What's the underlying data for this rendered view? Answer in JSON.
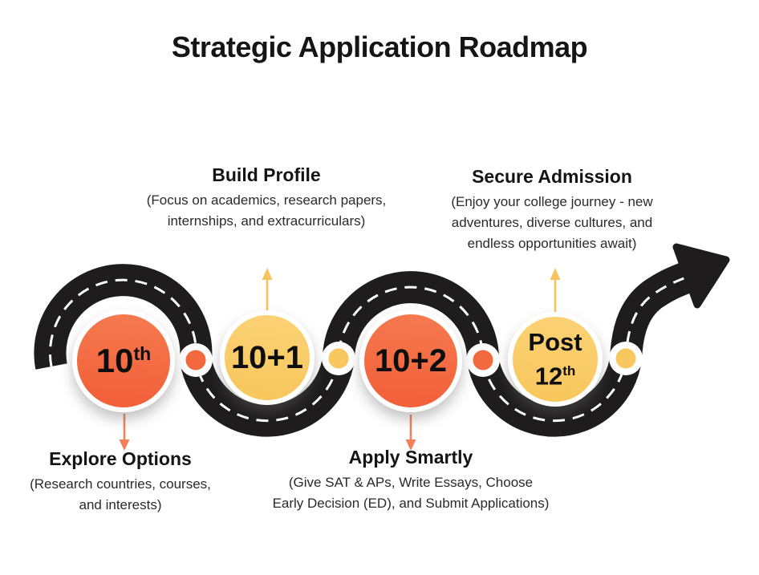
{
  "title": "Strategic Application Roadmap",
  "colors": {
    "orange": "#F2683F",
    "yellow": "#F8C75E",
    "road": "#1F1C1D",
    "orange_arrow": "#F0815B",
    "yellow_arrow": "#F7C35D",
    "background": "#FFFFFF",
    "text": "#1B1B1B"
  },
  "milestones": {
    "m1": {
      "base": "10",
      "sup": "th",
      "color": "orange"
    },
    "m2": {
      "label": "10+1",
      "color": "yellow"
    },
    "m3": {
      "label": "10+2",
      "color": "orange"
    },
    "m4": {
      "line1": "Post",
      "base": "12",
      "sup": "th",
      "color": "yellow"
    }
  },
  "annotations": {
    "build": {
      "heading": "Build Profile",
      "line1": "(Focus on academics, research papers,",
      "line2": "internships, and extracurriculars)"
    },
    "secure": {
      "heading": "Secure Admission",
      "line1": "(Enjoy your college journey - new",
      "line2": "adventures, diverse cultures, and",
      "line3": "endless opportunities await)"
    },
    "explore": {
      "heading": "Explore Options",
      "line1": "(Research countries, courses,",
      "line2": "and interests)"
    },
    "apply": {
      "heading": "Apply Smartly",
      "line1": "(Give SAT & APs, Write Essays, Choose",
      "line2": "Early Decision (ED), and Submit Applications)"
    }
  }
}
